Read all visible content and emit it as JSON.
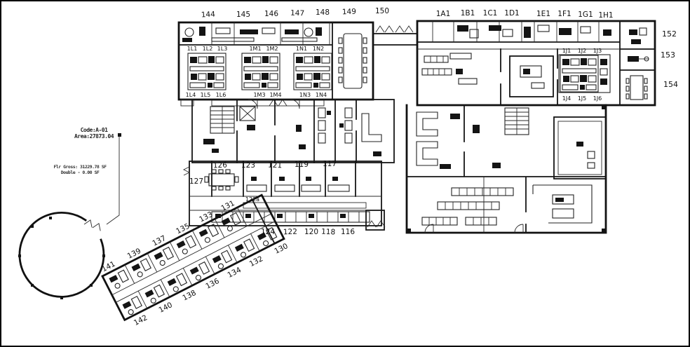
{
  "annotations": {
    "code": "Code:A-01",
    "area": "Area:27873.04",
    "gross": "Flr Gross: 31229.78 SF",
    "double": "Double - 0.00 SF"
  },
  "labels": {
    "west_top": [
      "144",
      "145",
      "146",
      "147",
      "148",
      "149",
      "150"
    ],
    "west_mid": [
      "1L1",
      "1L2",
      "1L3",
      "1M1",
      "1M2",
      "1N1",
      "1N2"
    ],
    "west_bottom": [
      "1L4",
      "1L5",
      "1L6",
      "1M3",
      "1M4",
      "1N3",
      "1N4"
    ],
    "east_top": [
      "1A1",
      "1B1",
      "1C1",
      "1D1",
      "1E1",
      "1F1",
      "1G1",
      "1H1"
    ],
    "east_side": [
      "152",
      "153",
      "154"
    ],
    "j_top": [
      "1J1",
      "1J2",
      "1J3"
    ],
    "j_bottom": [
      "1J4",
      "1J5",
      "1J6"
    ],
    "mid_top": [
      "126",
      "123",
      "121",
      "119",
      "117"
    ],
    "room_127": "127",
    "corridor_122a": "122a",
    "mid_bottom": [
      "124",
      "122",
      "120",
      "118",
      "116"
    ],
    "diag_top": [
      "141",
      "139",
      "137",
      "135",
      "133",
      "131"
    ],
    "diag_bottom": [
      "142",
      "140",
      "138",
      "136",
      "134",
      "132",
      "130"
    ]
  },
  "colors": {
    "ink": "#111111",
    "paper": "#ffffff"
  }
}
